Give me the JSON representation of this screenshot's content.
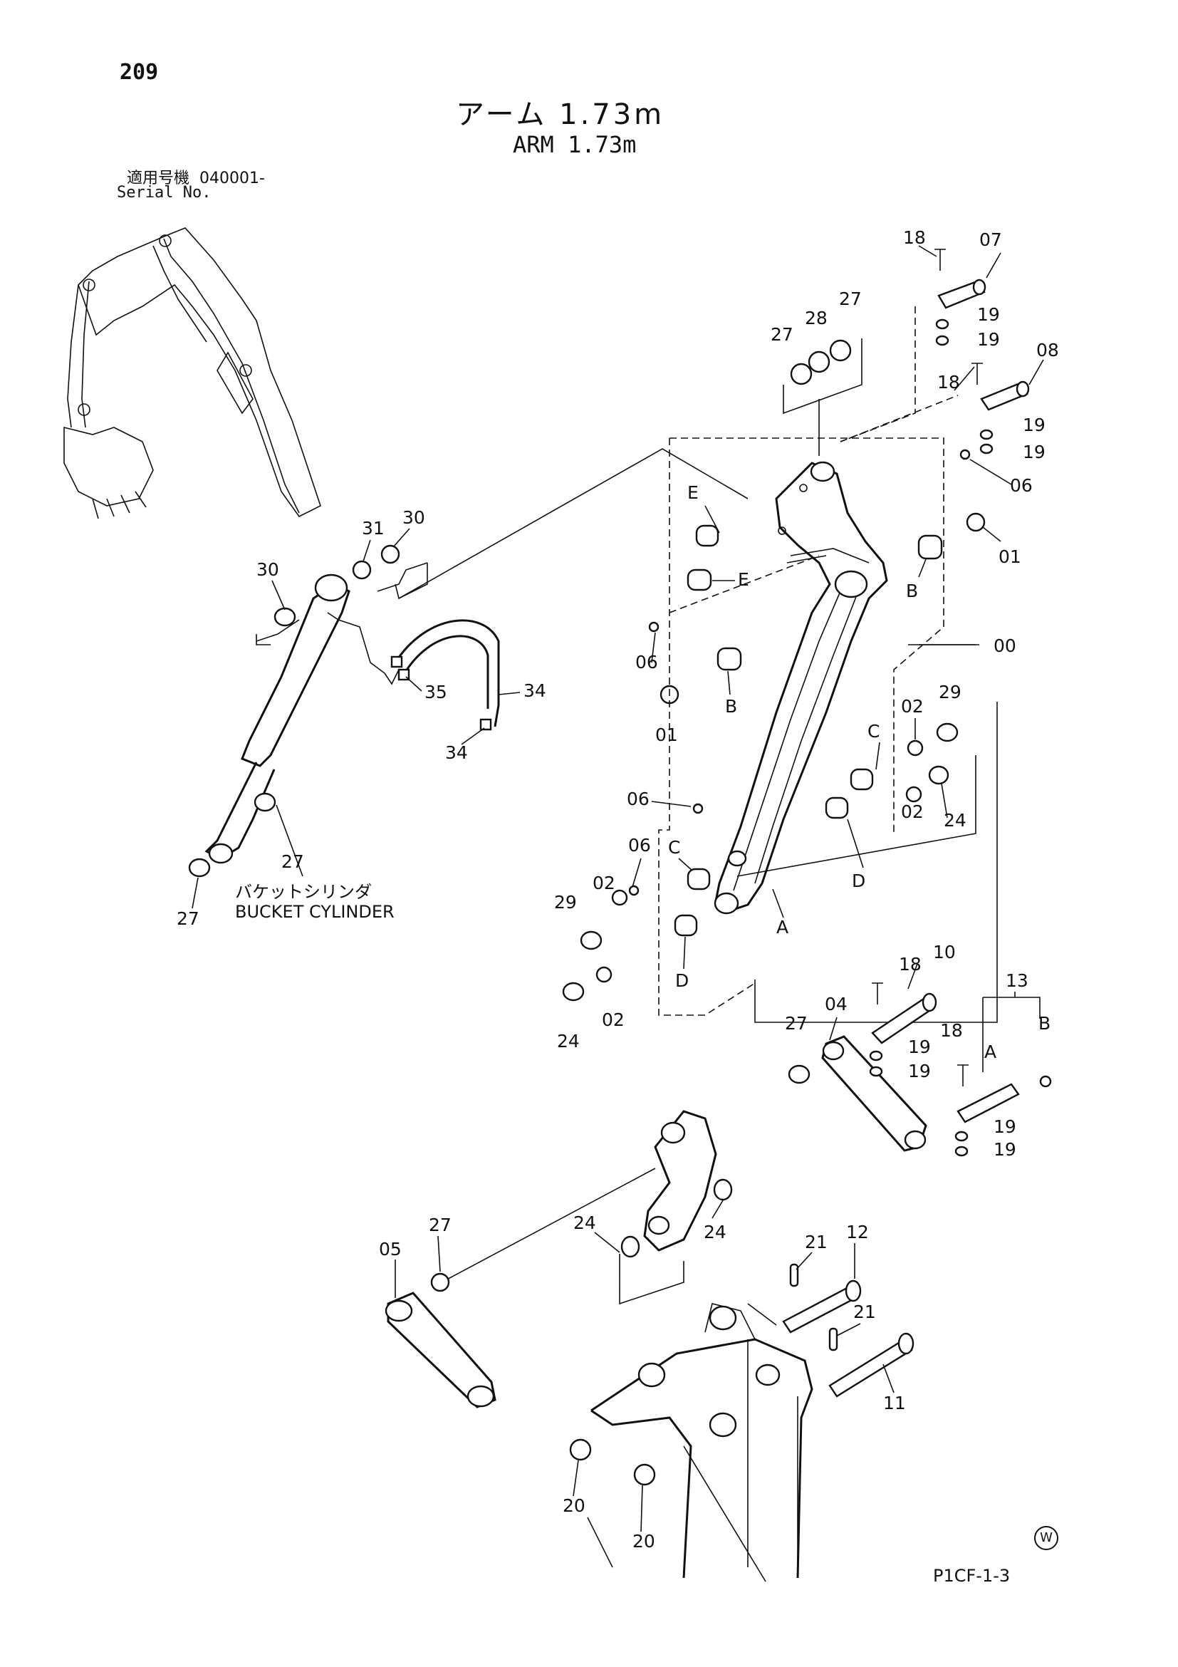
{
  "header": {
    "page_number": "209",
    "title_jp": "アーム 1.73m",
    "title_en": "ARM 1.73m",
    "serial_label_jp": "適用号機",
    "serial_value": "040001-",
    "serial_label_en": "Serial No."
  },
  "component": {
    "name_jp": "バケットシリンダ",
    "name_en": "BUCKET CYLINDER"
  },
  "footer": {
    "ref_code": "P1CF-1-3",
    "w_mark": "W"
  },
  "callouts": [
    {
      "id": "c18a",
      "text": "18"
    },
    {
      "id": "c07",
      "text": "07"
    },
    {
      "id": "c19a",
      "text": "19"
    },
    {
      "id": "c19b",
      "text": "19"
    },
    {
      "id": "c27a",
      "text": "27"
    },
    {
      "id": "c28",
      "text": "28"
    },
    {
      "id": "c27b",
      "text": "27"
    },
    {
      "id": "c18b",
      "text": "18"
    },
    {
      "id": "c08",
      "text": "08"
    },
    {
      "id": "c19c",
      "text": "19"
    },
    {
      "id": "c19d",
      "text": "19"
    },
    {
      "id": "c06a",
      "text": "06"
    },
    {
      "id": "cEa",
      "text": "E"
    },
    {
      "id": "cEb",
      "text": "E"
    },
    {
      "id": "c01a",
      "text": "01"
    },
    {
      "id": "cBa",
      "text": "B"
    },
    {
      "id": "c06b",
      "text": "06"
    },
    {
      "id": "cBb",
      "text": "B"
    },
    {
      "id": "c01b",
      "text": "01"
    },
    {
      "id": "c00",
      "text": "00"
    },
    {
      "id": "c31",
      "text": "31"
    },
    {
      "id": "c30a",
      "text": "30"
    },
    {
      "id": "c30b",
      "text": "30"
    },
    {
      "id": "c35",
      "text": "35"
    },
    {
      "id": "c34a",
      "text": "34"
    },
    {
      "id": "c34b",
      "text": "34"
    },
    {
      "id": "c27c",
      "text": "27"
    },
    {
      "id": "c27d",
      "text": "27"
    },
    {
      "id": "cCa",
      "text": "C"
    },
    {
      "id": "c02a",
      "text": "02"
    },
    {
      "id": "c29a",
      "text": "29"
    },
    {
      "id": "c24a",
      "text": "24"
    },
    {
      "id": "c02b",
      "text": "02"
    },
    {
      "id": "cDa",
      "text": "D"
    },
    {
      "id": "c06c",
      "text": "06"
    },
    {
      "id": "c06d",
      "text": "06"
    },
    {
      "id": "cCb",
      "text": "C"
    },
    {
      "id": "c02c",
      "text": "02"
    },
    {
      "id": "c29b",
      "text": "29"
    },
    {
      "id": "cA",
      "text": "A"
    },
    {
      "id": "cDb",
      "text": "D"
    },
    {
      "id": "c24b",
      "text": "24"
    },
    {
      "id": "c02d",
      "text": "02"
    },
    {
      "id": "c18c",
      "text": "18"
    },
    {
      "id": "c10",
      "text": "10"
    },
    {
      "id": "c13",
      "text": "13"
    },
    {
      "id": "c27e",
      "text": "27"
    },
    {
      "id": "c04",
      "text": "04"
    },
    {
      "id": "c19e",
      "text": "19"
    },
    {
      "id": "c19f",
      "text": "19"
    },
    {
      "id": "c18d",
      "text": "18"
    },
    {
      "id": "cA2",
      "text": "A"
    },
    {
      "id": "cB2",
      "text": "B"
    },
    {
      "id": "c19g",
      "text": "19"
    },
    {
      "id": "c19h",
      "text": "19"
    },
    {
      "id": "c24c",
      "text": "24"
    },
    {
      "id": "c24d",
      "text": "24"
    },
    {
      "id": "c05",
      "text": "05"
    },
    {
      "id": "c27f",
      "text": "27"
    },
    {
      "id": "c21a",
      "text": "21"
    },
    {
      "id": "c12",
      "text": "12"
    },
    {
      "id": "c21b",
      "text": "21"
    },
    {
      "id": "c11",
      "text": "11"
    },
    {
      "id": "c20a",
      "text": "20"
    },
    {
      "id": "c20b",
      "text": "20"
    }
  ]
}
